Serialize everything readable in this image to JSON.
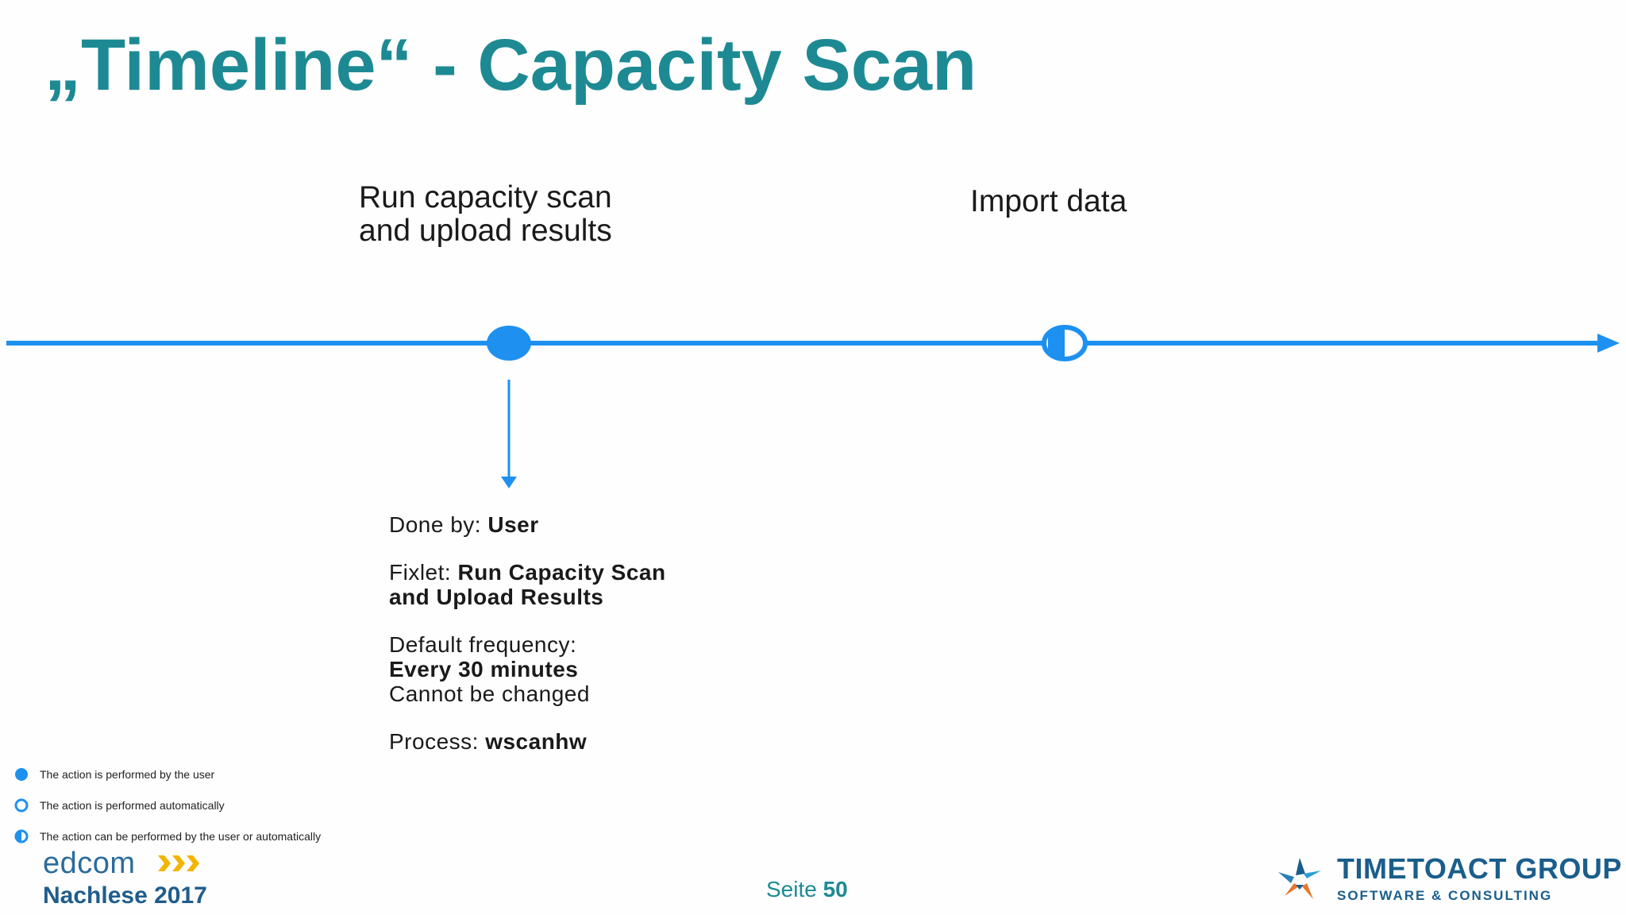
{
  "slide": {
    "title": "„Timeline“ - Capacity Scan",
    "page_label": "Seite",
    "page_number": "50"
  },
  "timeline": {
    "accent_color": "#1e90f0",
    "steps": [
      {
        "line1": "Run capacity scan",
        "line2": "and upload results",
        "marker": "user"
      },
      {
        "line1": "Import data",
        "marker": "user-or-automatic"
      }
    ]
  },
  "details": {
    "done_by_label": "Done by: ",
    "done_by_value": "User",
    "fixlet_label": "Fixlet: ",
    "fixlet_value_line1": "Run Capacity Scan",
    "fixlet_value_line2": "and Upload Results",
    "frequency_label": "Default frequency:",
    "frequency_value": "Every 30 minutes",
    "frequency_note": "Cannot be changed",
    "process_label": "Process: ",
    "process_value": "wscanhw"
  },
  "legend": [
    {
      "icon": "filled-circle",
      "text": "The action is performed by the user"
    },
    {
      "icon": "hollow-circle",
      "text": "The action is performed automatically"
    },
    {
      "icon": "half-circle",
      "text": "The action can be performed by the user or automatically"
    }
  ],
  "footer": {
    "event_logo_word": "edcom",
    "event_name": "Nachlese 2017",
    "company_name": "TIMETOACT GROUP",
    "company_tagline": "SOFTWARE & CONSULTING",
    "colors": {
      "title": "#1d8a93",
      "event": "#2a6c9c",
      "chevrons": "#f4b400",
      "company": "#1a5e8c",
      "logo_orange": "#e8772e"
    }
  }
}
